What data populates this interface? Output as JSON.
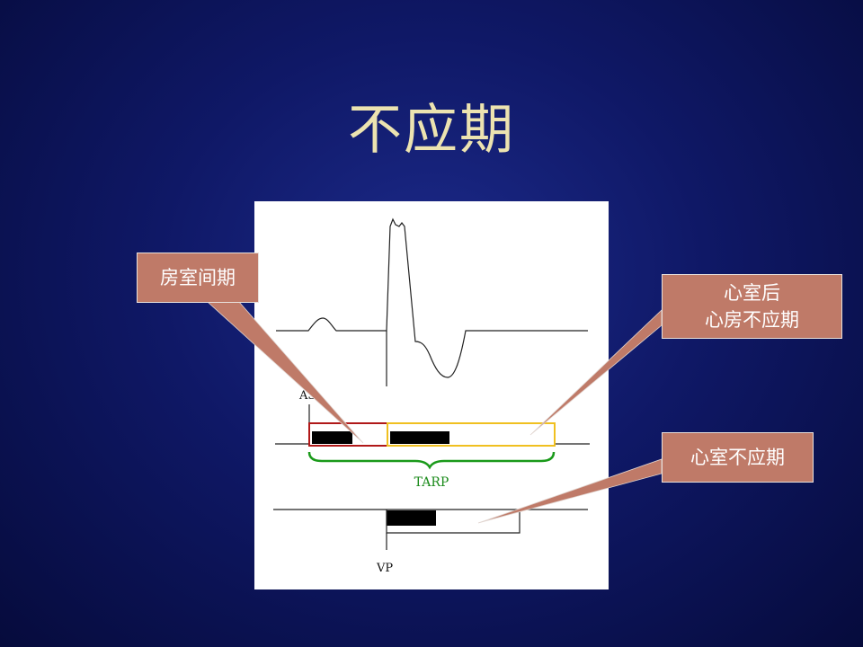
{
  "slide": {
    "title": "不应期"
  },
  "diagram": {
    "labels": {
      "as": "AS",
      "tarp": "TARP",
      "vp": "VP"
    },
    "colors": {
      "av_interval_box": "#b01818",
      "pvarp_box": "#f0c020",
      "tarp_brace": "#1a9a1a",
      "callout_fill": "#bf7a68"
    }
  },
  "callouts": {
    "av_interval": "房室间期",
    "pvarp_line1": "心室后",
    "pvarp_line2": "心房不应期",
    "vrp": "心室不应期"
  }
}
